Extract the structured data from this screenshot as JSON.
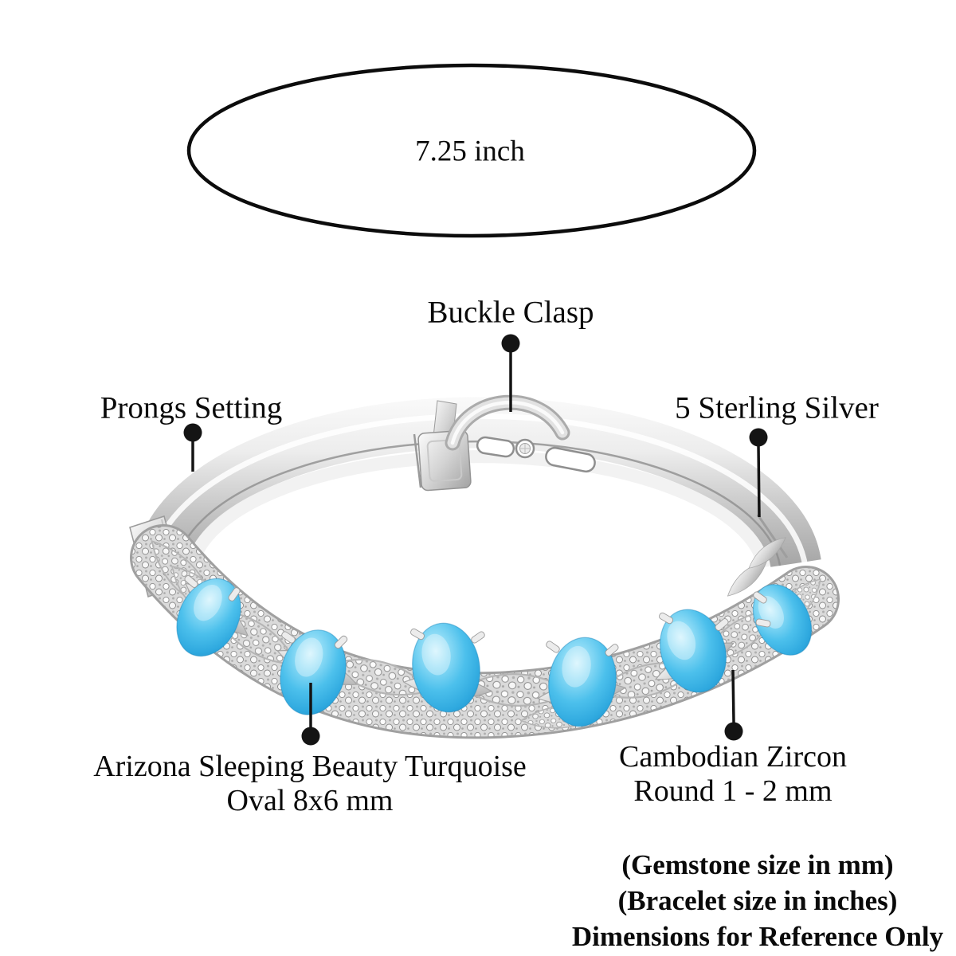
{
  "diagram": {
    "size_ellipse": {
      "label": "7.25 inch"
    },
    "callouts": {
      "buckle_clasp": "Buckle Clasp",
      "prongs_setting": "Prongs Setting",
      "sterling_silver": "5 Sterling Silver",
      "turquoise_line1": "Arizona Sleeping Beauty Turquoise",
      "turquoise_line2": "Oval 8x6 mm",
      "zircon_line1": "Cambodian Zircon",
      "zircon_line2": "Round 1 - 2 mm"
    },
    "footnotes": {
      "line1": "(Gemstone size in mm)",
      "line2": "(Bracelet size in inches)",
      "line3": "Dimensions for Reference Only"
    },
    "colors": {
      "turquoise": "#3fb9ea",
      "silver": "#d6d6d6",
      "annotation": "#111111",
      "background": "#ffffff"
    },
    "stone_count": 6
  }
}
